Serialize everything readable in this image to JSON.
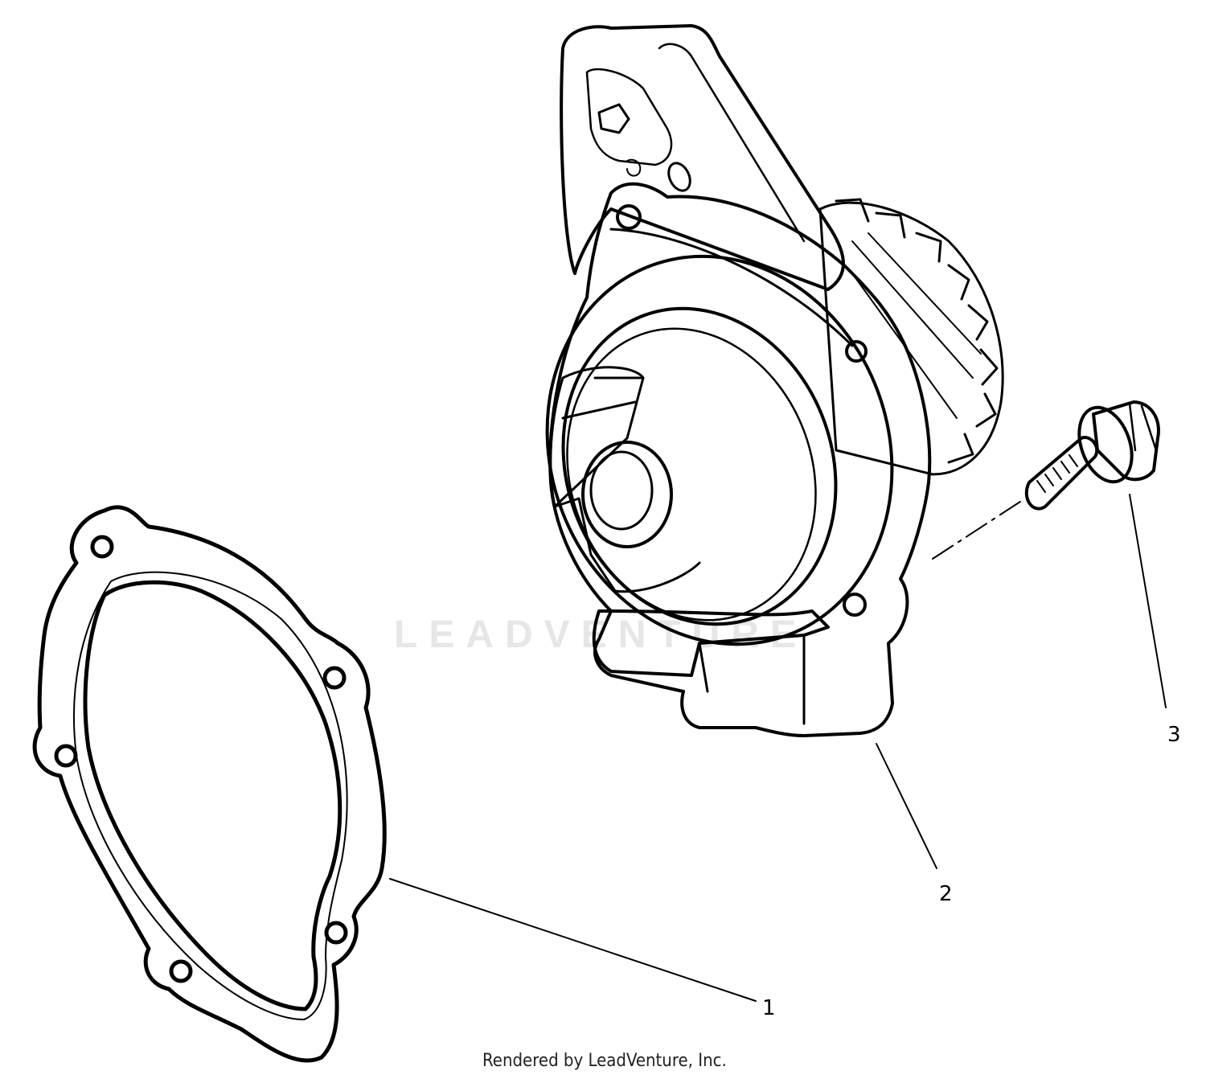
{
  "watermark_text": "LEADVENTURE",
  "credit_text": "Rendered by LeadVenture, Inc.",
  "callouts": [
    {
      "id": "1",
      "label": "1",
      "part": "gasket"
    },
    {
      "id": "2",
      "label": "2",
      "part": "water-pump"
    },
    {
      "id": "3",
      "label": "3",
      "part": "bolt"
    }
  ],
  "colors": {
    "line": "#000000",
    "background": "#ffffff",
    "watermark": "#e6e6e6"
  }
}
